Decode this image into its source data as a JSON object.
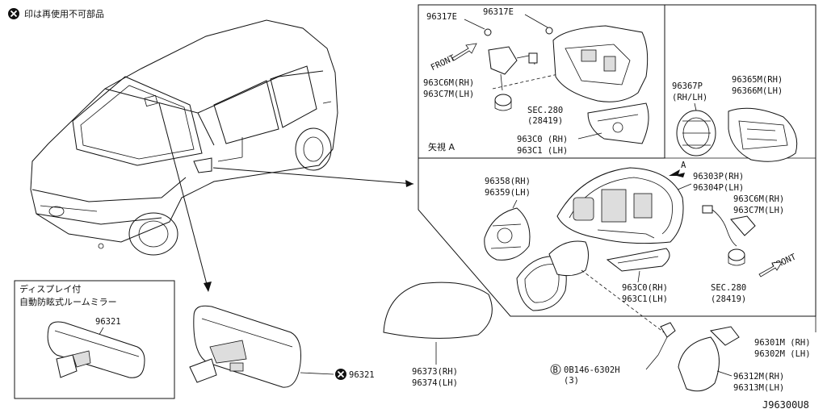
{
  "legend": {
    "mark_icon": "x-circle-icon",
    "text": "印は再使用不可部品"
  },
  "view_label": {
    "text": "矢視 A"
  },
  "dimming_mirror": {
    "line1": "ディスプレイ付",
    "line2": "自動防眩式ルームミラー"
  },
  "diagram_id": "J96300U8",
  "parts": {
    "p96317e_a": "96317E",
    "p96317e_b": "96317E",
    "front_top": "FRONT",
    "p963c6m_top": "963C6M(RH)",
    "p963c7m_top": "963C7M(LH)",
    "sec280_top": "SEC.280",
    "sec280_top_ref": "(28419)",
    "p963c0_top": "963C0 (RH)",
    "p963c1_top": "963C1 (LH)",
    "p96367p": "96367P",
    "p96367p_sub": "(RH/LH)",
    "p96365m": "96365M(RH)",
    "p96366m": "96366M(LH)",
    "arrow_a": "A",
    "p96303p": "96303P(RH)",
    "p96304p": "96304P(LH)",
    "p96358": "96358(RH)",
    "p96359": "96359(LH)",
    "p963c6m_right": "963C6M(RH)",
    "p963c7m_right": "963C7M(LH)",
    "front_right": "FRONT",
    "p963c0_mid": "963C0(RH)",
    "p963c1_mid": "963C1(LH)",
    "sec280_right": "SEC.280",
    "sec280_right_ref": "(28419)",
    "p96321_inset": "96321",
    "p96321_main": "96321",
    "p96373": "96373(RH)",
    "p96374": "96374(LH)",
    "bolt_mark": "B",
    "bolt": "0B146-6302H",
    "bolt_qty": "(3)",
    "p96301m": "96301M (RH)",
    "p96302m": "96302M (LH)",
    "p96312m": "96312M(RH)",
    "p96313m": "96313M(LH)"
  }
}
